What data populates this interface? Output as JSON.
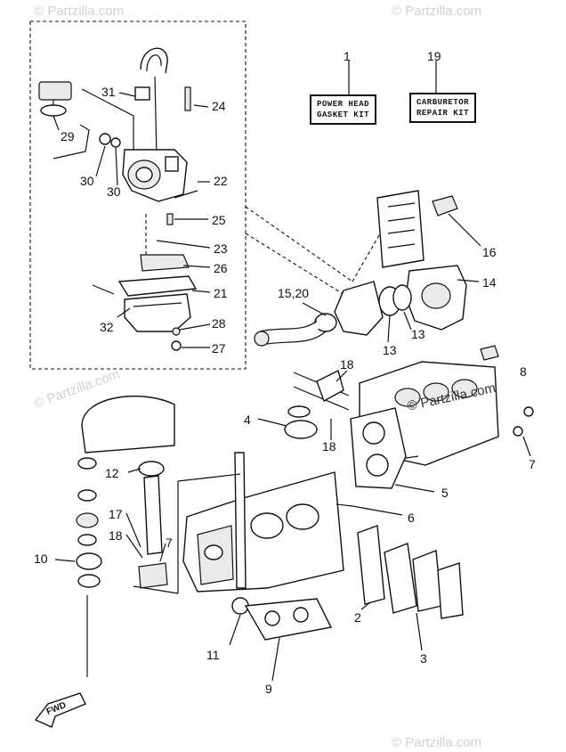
{
  "kits": [
    {
      "id": "kit-power-head-gasket",
      "number": "1",
      "line1": "POWER HEAD",
      "line2": "GASKET KIT"
    },
    {
      "id": "kit-carburetor-repair",
      "number": "19",
      "line1": "CARBURETOR",
      "line2": "REPAIR KIT"
    }
  ],
  "callouts": [
    {
      "id": "31",
      "text": "31"
    },
    {
      "id": "24",
      "text": "24"
    },
    {
      "id": "29",
      "text": "29"
    },
    {
      "id": "30a",
      "text": "30"
    },
    {
      "id": "30b",
      "text": "30"
    },
    {
      "id": "22",
      "text": "22"
    },
    {
      "id": "25",
      "text": "25"
    },
    {
      "id": "23",
      "text": "23"
    },
    {
      "id": "26",
      "text": "26"
    },
    {
      "id": "21",
      "text": "21"
    },
    {
      "id": "32",
      "text": "32"
    },
    {
      "id": "28",
      "text": "28"
    },
    {
      "id": "27",
      "text": "27"
    },
    {
      "id": "16",
      "text": "16"
    },
    {
      "id": "14",
      "text": "14"
    },
    {
      "id": "1520",
      "text": "15,20"
    },
    {
      "id": "13a",
      "text": "13"
    },
    {
      "id": "13b",
      "text": "13"
    },
    {
      "id": "18a",
      "text": "18"
    },
    {
      "id": "8",
      "text": "8"
    },
    {
      "id": "4",
      "text": "4"
    },
    {
      "id": "18b",
      "text": "18"
    },
    {
      "id": "7a",
      "text": "7"
    },
    {
      "id": "12",
      "text": "12"
    },
    {
      "id": "5",
      "text": "5"
    },
    {
      "id": "6",
      "text": "6"
    },
    {
      "id": "17",
      "text": "17"
    },
    {
      "id": "18c",
      "text": "18"
    },
    {
      "id": "7b",
      "text": "7"
    },
    {
      "id": "10",
      "text": "10"
    },
    {
      "id": "2",
      "text": "2"
    },
    {
      "id": "11",
      "text": "11"
    },
    {
      "id": "3",
      "text": "3"
    },
    {
      "id": "9",
      "text": "9"
    }
  ],
  "fwd_label": "FWD",
  "watermarks": [
    "© Partzilla.com",
    "© Partzilla.com",
    "© Partzilla.com",
    "© Partzilla.com",
    "© Partzilla.com"
  ]
}
